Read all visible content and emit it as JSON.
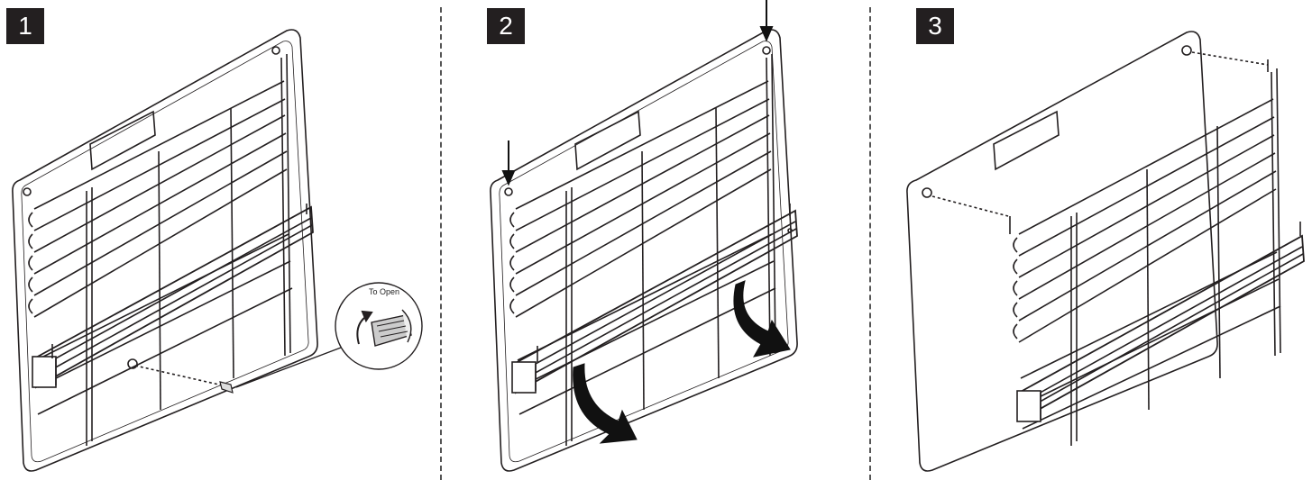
{
  "steps": [
    {
      "number": "1"
    },
    {
      "number": "2"
    },
    {
      "number": "3"
    }
  ],
  "callout": {
    "label": "To Open"
  },
  "colors": {
    "line": "#231f20",
    "badge": "#231f20",
    "badge_text": "#ffffff",
    "arrow": "#111111"
  },
  "icons": [
    "screw-icon",
    "rotate-arrow-icon",
    "down-arrow-icon",
    "curved-arrow-icon"
  ]
}
